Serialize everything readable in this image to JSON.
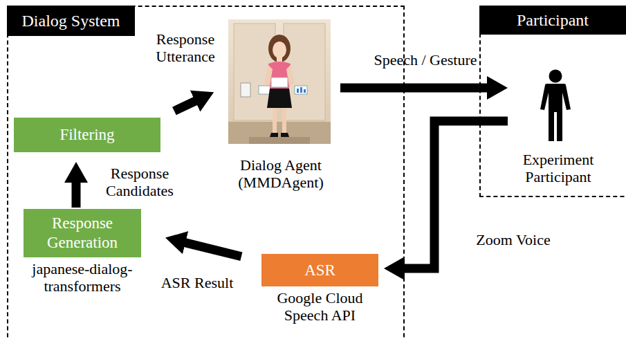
{
  "diagram": {
    "nodes": [
      {
        "text": [
          "Dialog System"
        ]
      },
      {
        "text": [
          "Participant"
        ]
      },
      {
        "text": [
          "Dialog Agent (MMDAgent)"
        ],
        "in": 0
      },
      {
        "text": [
          "Filtering"
        ],
        "in": 0
      },
      {
        "text": [
          "Response Generation",
          "japanese-dialog-transformers"
        ],
        "in": 0
      },
      {
        "text": [
          "ASR",
          "Google Cloud Speech API"
        ],
        "in": 0
      },
      {
        "text": [
          "Experiment Participant"
        ],
        "in": 1
      }
    ],
    "edges": [
      {
        "from": 4,
        "to": 3,
        "label": "Response Candidates",
        "arrow": "to"
      },
      {
        "from": 3,
        "to": 2,
        "label": "Response Utterance",
        "arrow": "to"
      },
      {
        "from": 2,
        "to": 6,
        "label": "Speech / Gesture",
        "arrow": "to"
      },
      {
        "from": 6,
        "to": 5,
        "label": "Zoom Voice",
        "arrow": "to"
      },
      {
        "from": 5,
        "to": 4,
        "label": "ASR Result",
        "arrow": "to"
      }
    ]
  }
}
